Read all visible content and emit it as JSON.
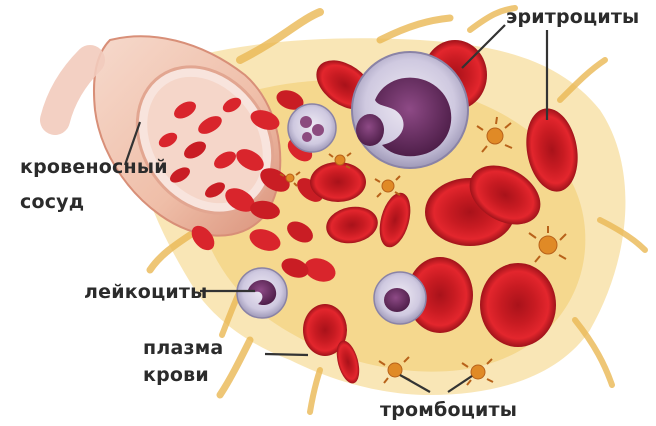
{
  "labels": {
    "erythrocytes": "эритроциты",
    "vessel_line1": "кровеносный",
    "vessel_line2": "сосуд",
    "leukocytes": "лейкоциты",
    "plasma_line1": "плазма",
    "plasma_line2": "крови",
    "thrombocytes": "тромбоциты"
  },
  "colors": {
    "plasma": "#f4d27a",
    "plasma_dark": "#e9b94d",
    "erythrocyte": "#d8222a",
    "erythrocyte_center": "#b3151d",
    "erythrocyte_edge": "#8e0f14",
    "vessel_wall": "#f0c4b2",
    "leukocyte_body": "#d9d6e8",
    "leukocyte_nucleus": "#6b2f63",
    "thrombocyte": "#e08a26",
    "label_text": "#2b2b2b",
    "leader_line": "#333333"
  }
}
